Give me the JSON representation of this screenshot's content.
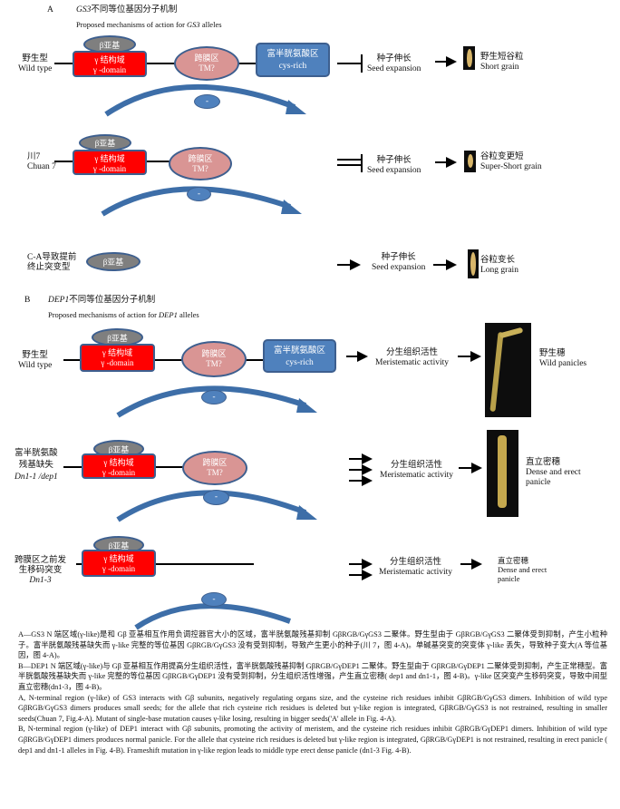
{
  "section_a": {
    "letter": "A",
    "gene": "GS3",
    "title_cn": "不同等位基因分子机制",
    "subtitle_prefix": "Proposed mechanisms of action for ",
    "subtitle_gene": "GS3",
    "subtitle_suffix": " alleles",
    "rows": [
      {
        "label_cn": "野生型",
        "label_en": "Wild type",
        "effect_cn": "种子伸长",
        "effect_en": "Seed  expansion",
        "result_cn": "野生短谷粒",
        "result_en": "Short grain"
      },
      {
        "label_cn": "川7",
        "label_en": "Chuan 7",
        "effect_cn": "种子伸长",
        "effect_en": "Seed  expansion",
        "result_cn": "谷粒变更短",
        "result_en": "Super-Short  grain"
      },
      {
        "label_cn": "C-A导致提前",
        "label_cn2": "终止突变型",
        "effect_cn": "种子伸长",
        "effect_en": "Seed  expansion",
        "result_cn": "谷粒变长",
        "result_en": "Long grain"
      }
    ]
  },
  "section_b": {
    "letter": "B",
    "gene": "DEP1",
    "title_cn": "不同等位基因分子机制",
    "subtitle_prefix": "Proposed mechanisms of action for ",
    "subtitle_gene": "DEP1",
    "subtitle_suffix": " alleles",
    "rows": [
      {
        "label_cn": "野生型",
        "label_en": "Wild type",
        "effect_cn": "分生组织活性",
        "effect_en": "Meristematic activity",
        "result_cn": "野生穗",
        "result_en": "Wild  panicles"
      },
      {
        "label_cn": "富半胱氨酸",
        "label_cn2": "残基缺失",
        "label_en": "Dn1-1 /dep1",
        "effect_cn": "分生组织活性",
        "effect_en": "Meristematic activity",
        "result_cn": "直立密穗",
        "result_en": "Dense and erect",
        "result_en2": "panicle"
      },
      {
        "label_cn": "跨膜区之前发",
        "label_cn2": "生移码突变",
        "label_en": "Dn1-3",
        "effect_cn": "分生组织活性",
        "effect_en": "Meristematic activity",
        "result_cn": "直立密穗",
        "result_en": "Dense and erect",
        "result_en2": "panicle"
      }
    ]
  },
  "domains": {
    "beta": "β亚基",
    "gamma_cn": "γ 结构域",
    "gamma_en": "γ -domain",
    "tm_cn": "跨膜区",
    "tm_en": "TM?",
    "cys_cn": "富半胱氨酸区",
    "cys_en": "cys-rich",
    "minus": "-"
  },
  "colors": {
    "gamma": "#ff0000",
    "beta": "#7f7f7f",
    "tm": "#d99594",
    "cys": "#4f81bd",
    "arc": "#3d6ea8"
  },
  "caption": [
    "A—GS3 N 端区域(γ-like)是和 Gβ 亚基相互作用负调控器官大小的区域，富半胱氨酸残基抑制 GβRGB/GγGS3 二聚体。野生型由于 GβRGB/GγGS3 二聚体受到抑制，产生小粒种子。富半胱氨酸残基缺失而 γ-like 完整的等位基因 GβRGB/GγGS3 没有受到抑制，导致产生更小的种子(川 7，图 4-A)。单碱基突变的突变体 γ-like 丢失，导致种子变大(A 等位基因，图 4-A)。",
    "B—DEP1 N 端区域(γ-like)与 Gβ 亚基相互作用提高分生组织活性，富半胱氨酸残基抑制 GβRGB/GγDEP1 二聚体。野生型由于 GβRGB/GγDEP1 二聚体受到抑制，产生正常穗型。富半胱氨酸残基缺失而 γ-like 完整的等位基因 GβRGB/GγDEP1 没有受到抑制，分生组织活性增强，产生直立密穗( dep1 and dn1-1，图 4-B)。γ-like 区突变产生移码突变，导致中间型直立密穗(dn1-3，图 4-B)。",
    "A, N-terminal region (γ-like) of GS3 interacts with Gβ subunits, negatively regulating organs size, and the cysteine rich residues inhibit GβRGB/GγGS3 dimers. Inhibition of wild type GβRGB/GγGS3 dimers produces small seeds; for the allele that rich cysteine rich residues is deleted but γ-like region is integrated, GβRGB/GγGS3 is not restrained, resulting in smaller seeds(Chuan 7, Fig.4-A). Mutant of single-base mutation causes γ-like losing, resulting in bigger seeds('A' allele in Fig. 4-A).",
    "B, N-terminal region (γ-like) of DEP1 interact with Gβ subunits, promoting the activity of meristem, and the cysteine rich residues inhibit GβRGB/GγDEP1 dimers. Inhibition of wild type GβRGB/GγDEP1 dimers produces normal panicle. For the allele that cysteine rich residues is deleted but γ-like region is integrated, GβRGB/GγDEP1 is not restrained, resulting in erect panicle ( dep1 and dn1-1 alleles in Fig. 4-B). Frameshift mutation in γ-like region leads to middle type erect dense panicle (dn1-3 Fig. 4-B)."
  ]
}
